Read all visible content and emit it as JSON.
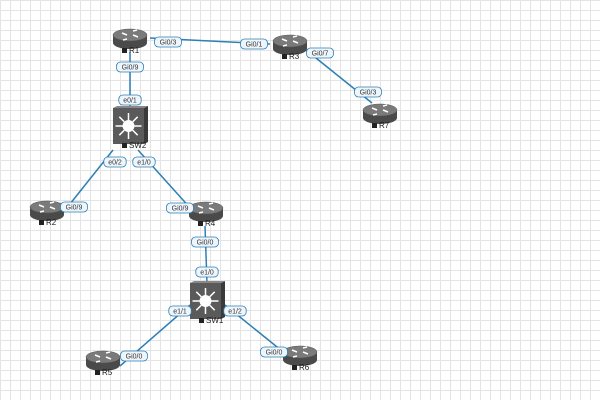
{
  "colors": {
    "link": "#2d7fb5",
    "device": "#555555",
    "label_bg": "#eef6fb"
  },
  "nodes": [
    {
      "id": "R1",
      "type": "router",
      "label": "R1"
    },
    {
      "id": "R3",
      "type": "router",
      "label": "R3"
    },
    {
      "id": "R7",
      "type": "router",
      "label": "R7"
    },
    {
      "id": "SW2",
      "type": "switch",
      "label": "SW2"
    },
    {
      "id": "R2",
      "type": "router",
      "label": "R2"
    },
    {
      "id": "R4",
      "type": "router",
      "label": "R4"
    },
    {
      "id": "SW1",
      "type": "switch",
      "label": "SW1"
    },
    {
      "id": "R5",
      "type": "router",
      "label": "R5"
    },
    {
      "id": "R6",
      "type": "router",
      "label": "R6"
    }
  ],
  "links": [
    {
      "a": "R1",
      "a_if": "Gi0/3",
      "b": "R3",
      "b_if": "Gi0/1"
    },
    {
      "a": "R1",
      "a_if": "Gi0/9",
      "b": "SW2",
      "b_if": "e0/1"
    },
    {
      "a": "SW2",
      "a_if": "e0/2",
      "b": "R2",
      "b_if": "Gi0/9"
    },
    {
      "a": "SW2",
      "a_if": "e1/0",
      "b": "R4",
      "b_if": "Gi0/9"
    },
    {
      "a": "R3",
      "a_if": "Gi0/7",
      "b": "R7",
      "b_if": "Gi0/3"
    },
    {
      "a": "R4",
      "a_if": "Gi0/0",
      "b": "SW1",
      "b_if": "e1/0"
    },
    {
      "a": "SW1",
      "a_if": "e1/1",
      "b": "R5",
      "b_if": "Gi0/0"
    },
    {
      "a": "SW1",
      "a_if": "e1/2",
      "b": "R6",
      "b_if": "Gi0/0"
    }
  ]
}
